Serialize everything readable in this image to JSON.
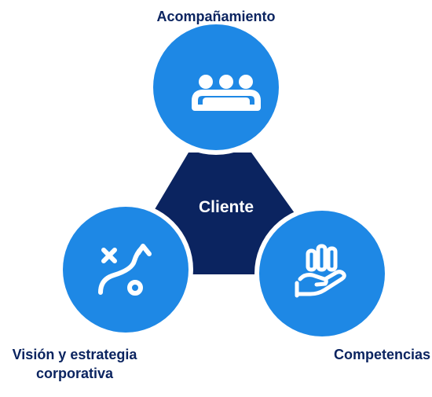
{
  "diagram": {
    "center": {
      "label": "Cliente"
    },
    "nodes": [
      {
        "id": "top",
        "label": "Acompañamiento",
        "icon": "team-icon"
      },
      {
        "id": "left",
        "label_lines": [
          "Visión y estrategia",
          "corporativa"
        ],
        "icon": "strategy-path-icon"
      },
      {
        "id": "right",
        "label": "Competencias",
        "icon": "hand-support-icon"
      }
    ]
  },
  "colors": {
    "node_fill": "#1e88e5",
    "center_fill": "#0b2460",
    "label_text": "#0b2460",
    "icon_stroke": "#ffffff",
    "ring": "#ffffff"
  }
}
